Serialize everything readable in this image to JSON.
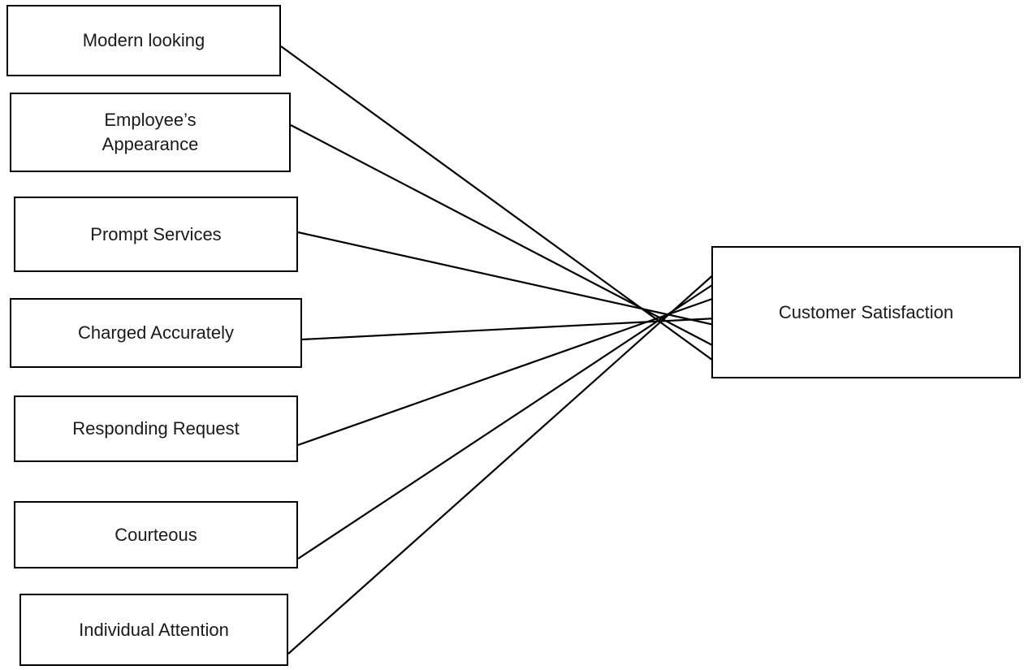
{
  "diagram": {
    "factors": [
      {
        "id": "modern",
        "label": "Modern looking"
      },
      {
        "id": "appearance",
        "label": "Employee’s\nAppearance"
      },
      {
        "id": "prompt",
        "label": "Prompt Services"
      },
      {
        "id": "charged",
        "label": "Charged Accurately"
      },
      {
        "id": "responding",
        "label": "Responding Request"
      },
      {
        "id": "courteous",
        "label": "Courteous"
      },
      {
        "id": "individual",
        "label": "Individual Attention"
      }
    ],
    "outcome": {
      "id": "satisfaction",
      "label": "Customer Satisfaction"
    },
    "edges": [
      {
        "from": "modern",
        "to": "satisfaction"
      },
      {
        "from": "appearance",
        "to": "satisfaction"
      },
      {
        "from": "prompt",
        "to": "satisfaction"
      },
      {
        "from": "charged",
        "to": "satisfaction"
      },
      {
        "from": "responding",
        "to": "satisfaction"
      },
      {
        "from": "courteous",
        "to": "satisfaction"
      },
      {
        "from": "individual",
        "to": "satisfaction"
      }
    ]
  }
}
